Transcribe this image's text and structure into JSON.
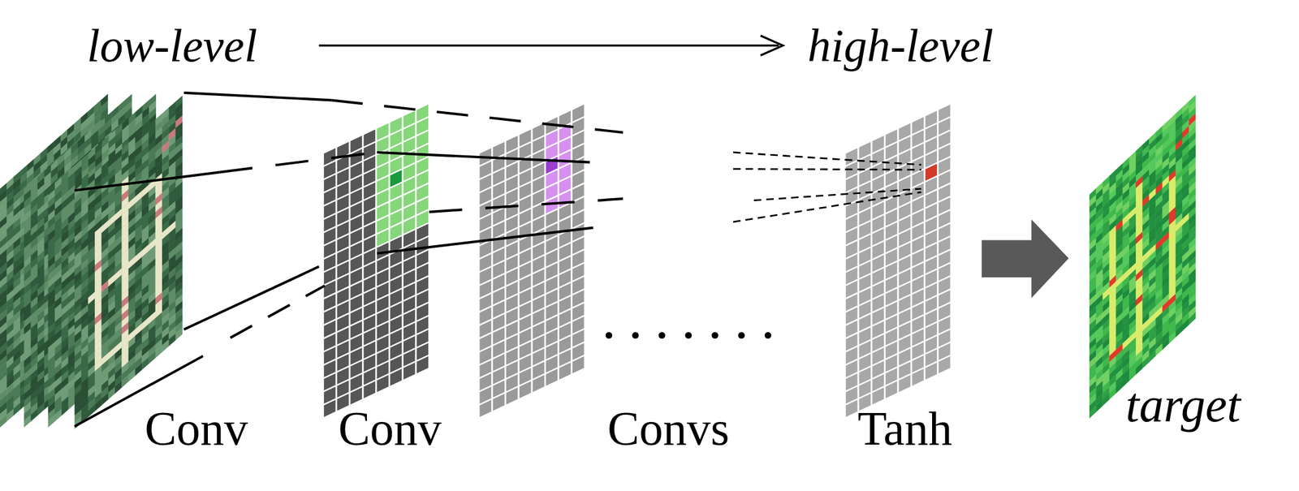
{
  "diagram": {
    "labels": [
      "low-level",
      "high-level",
      "Conv",
      "Conv",
      "Convs",
      "Tanh",
      "target"
    ]
  }
}
